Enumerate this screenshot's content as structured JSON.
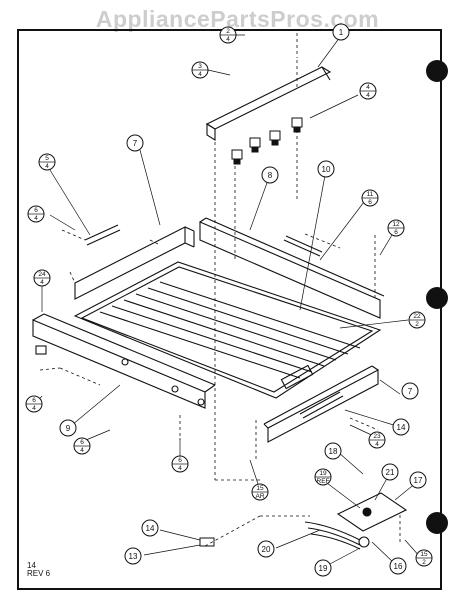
{
  "watermark": "AppliancePartsPros.com",
  "footnote": {
    "line1": "14",
    "line2": "REV 6"
  },
  "callouts": [
    {
      "id": "c-1",
      "top": "1",
      "bottom": ""
    },
    {
      "id": "c-2",
      "top": "2",
      "bottom": "4"
    },
    {
      "id": "c-3",
      "top": "3",
      "bottom": "4"
    },
    {
      "id": "c-4",
      "top": "4",
      "bottom": "4"
    },
    {
      "id": "c-7a",
      "top": "7",
      "bottom": ""
    },
    {
      "id": "c-5",
      "top": "5",
      "bottom": "4"
    },
    {
      "id": "c-6a",
      "top": "6",
      "bottom": "4"
    },
    {
      "id": "c-8",
      "top": "8",
      "bottom": ""
    },
    {
      "id": "c-10",
      "top": "10",
      "bottom": ""
    },
    {
      "id": "c-11",
      "top": "11",
      "bottom": "6"
    },
    {
      "id": "c-12",
      "top": "12",
      "bottom": "6"
    },
    {
      "id": "c-24",
      "top": "24",
      "bottom": "4"
    },
    {
      "id": "c-22",
      "top": "22",
      "bottom": "2"
    },
    {
      "id": "c-6b",
      "top": "6",
      "bottom": "4"
    },
    {
      "id": "c-7b",
      "top": "7",
      "bottom": ""
    },
    {
      "id": "c-14a",
      "top": "14",
      "bottom": ""
    },
    {
      "id": "c-23",
      "top": "23",
      "bottom": "4"
    },
    {
      "id": "c-9",
      "top": "9",
      "bottom": ""
    },
    {
      "id": "c-6c",
      "top": "6",
      "bottom": "4"
    },
    {
      "id": "c-6d",
      "top": "6",
      "bottom": "4"
    },
    {
      "id": "c-15a",
      "top": "15",
      "bottom": "AR"
    },
    {
      "id": "c-18",
      "top": "18",
      "bottom": ""
    },
    {
      "id": "c-19ref",
      "top": "19",
      "bottom": "REF"
    },
    {
      "id": "c-21",
      "top": "21",
      "bottom": ""
    },
    {
      "id": "c-17",
      "top": "17",
      "bottom": ""
    },
    {
      "id": "c-14b",
      "top": "14",
      "bottom": ""
    },
    {
      "id": "c-13",
      "top": "13",
      "bottom": ""
    },
    {
      "id": "c-20",
      "top": "20",
      "bottom": ""
    },
    {
      "id": "c-19",
      "top": "19",
      "bottom": ""
    },
    {
      "id": "c-16",
      "top": "16",
      "bottom": ""
    },
    {
      "id": "c-15b",
      "top": "15",
      "bottom": "2"
    }
  ]
}
